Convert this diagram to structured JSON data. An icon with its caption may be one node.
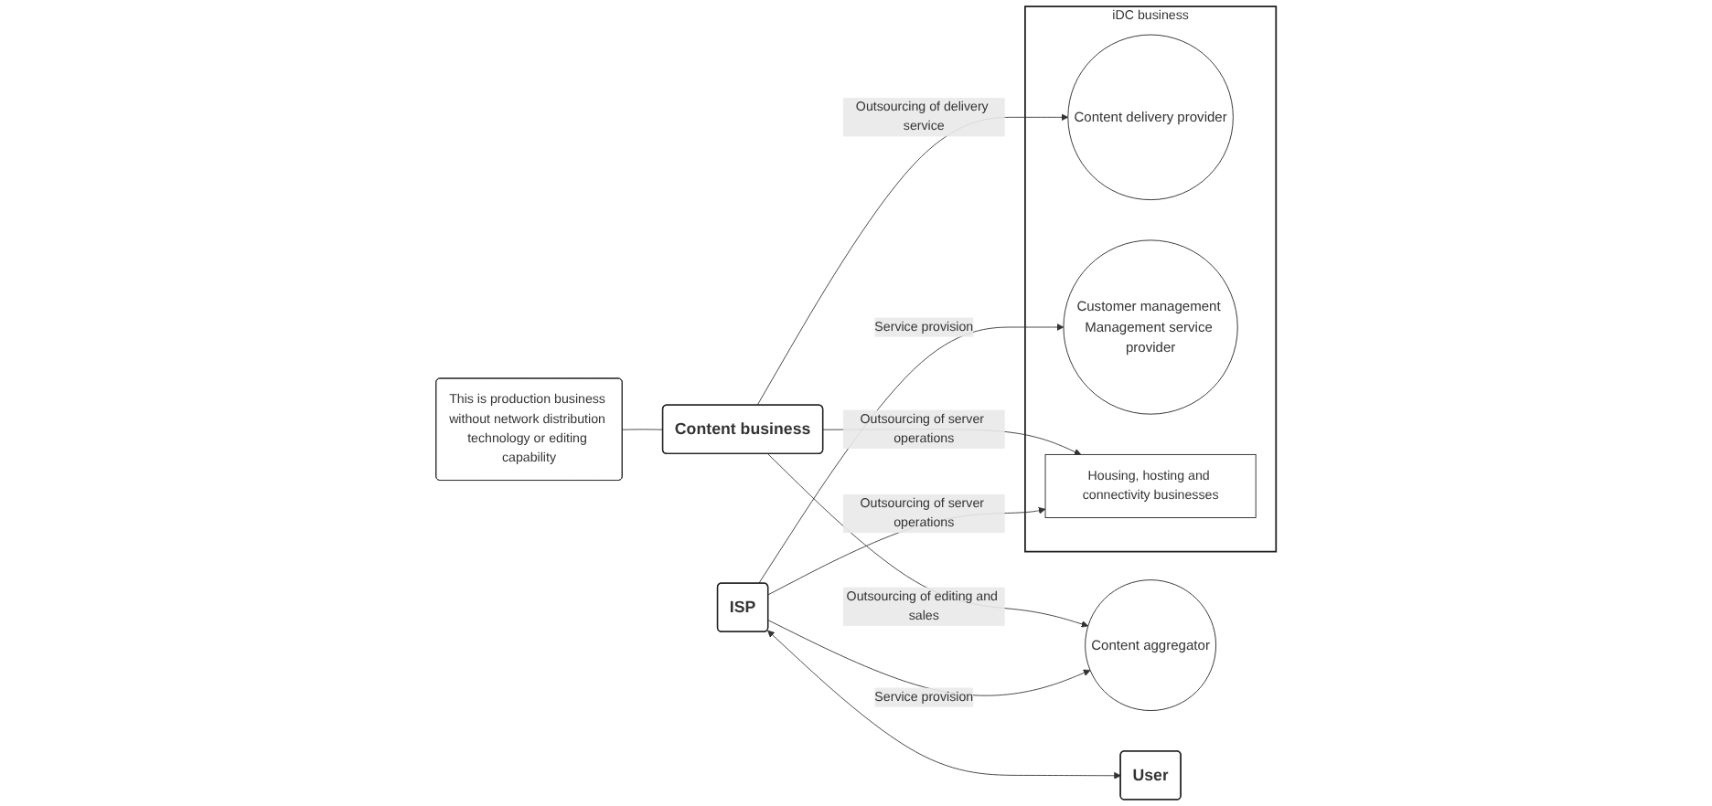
{
  "diagram": {
    "nodes": [
      {
        "text": [
          "This is production business without network distribution technology or editing capability"
        ]
      },
      {
        "text": [
          "Content business"
        ]
      },
      {
        "text": [
          "iDC business"
        ]
      },
      {
        "text": [
          "Content aggregator"
        ]
      },
      {
        "text": [
          "Content delivery provider"
        ],
        "in": 2
      },
      {
        "text": [
          "Customer management Management service provider"
        ],
        "in": 2
      },
      {
        "text": [
          "Housing, hosting and connectivity businesses"
        ],
        "in": 2
      },
      {
        "text": [
          "ISP"
        ]
      },
      {
        "text": [
          "User"
        ]
      }
    ],
    "edges": [
      {
        "from": 0,
        "to": 1,
        "arrow": "none"
      },
      {
        "from": 1,
        "to": 3,
        "arrow": "to",
        "label": "Outsourcing of editing and sales"
      },
      {
        "from": 1,
        "to": 4,
        "arrow": "to",
        "label": "Outsourcing of delivery service"
      },
      {
        "from": 1,
        "to": 6,
        "arrow": "to",
        "label": "Outsourcing of server operations"
      },
      {
        "from": 7,
        "to": 3,
        "arrow": "to",
        "label": "Service provision"
      },
      {
        "from": 7,
        "to": 5,
        "arrow": "to",
        "label": "Service provision"
      },
      {
        "from": 7,
        "to": 6,
        "arrow": "to",
        "label": "Outsourcing of server operations"
      },
      {
        "from": 7,
        "to": 8,
        "arrow": "both"
      }
    ]
  }
}
